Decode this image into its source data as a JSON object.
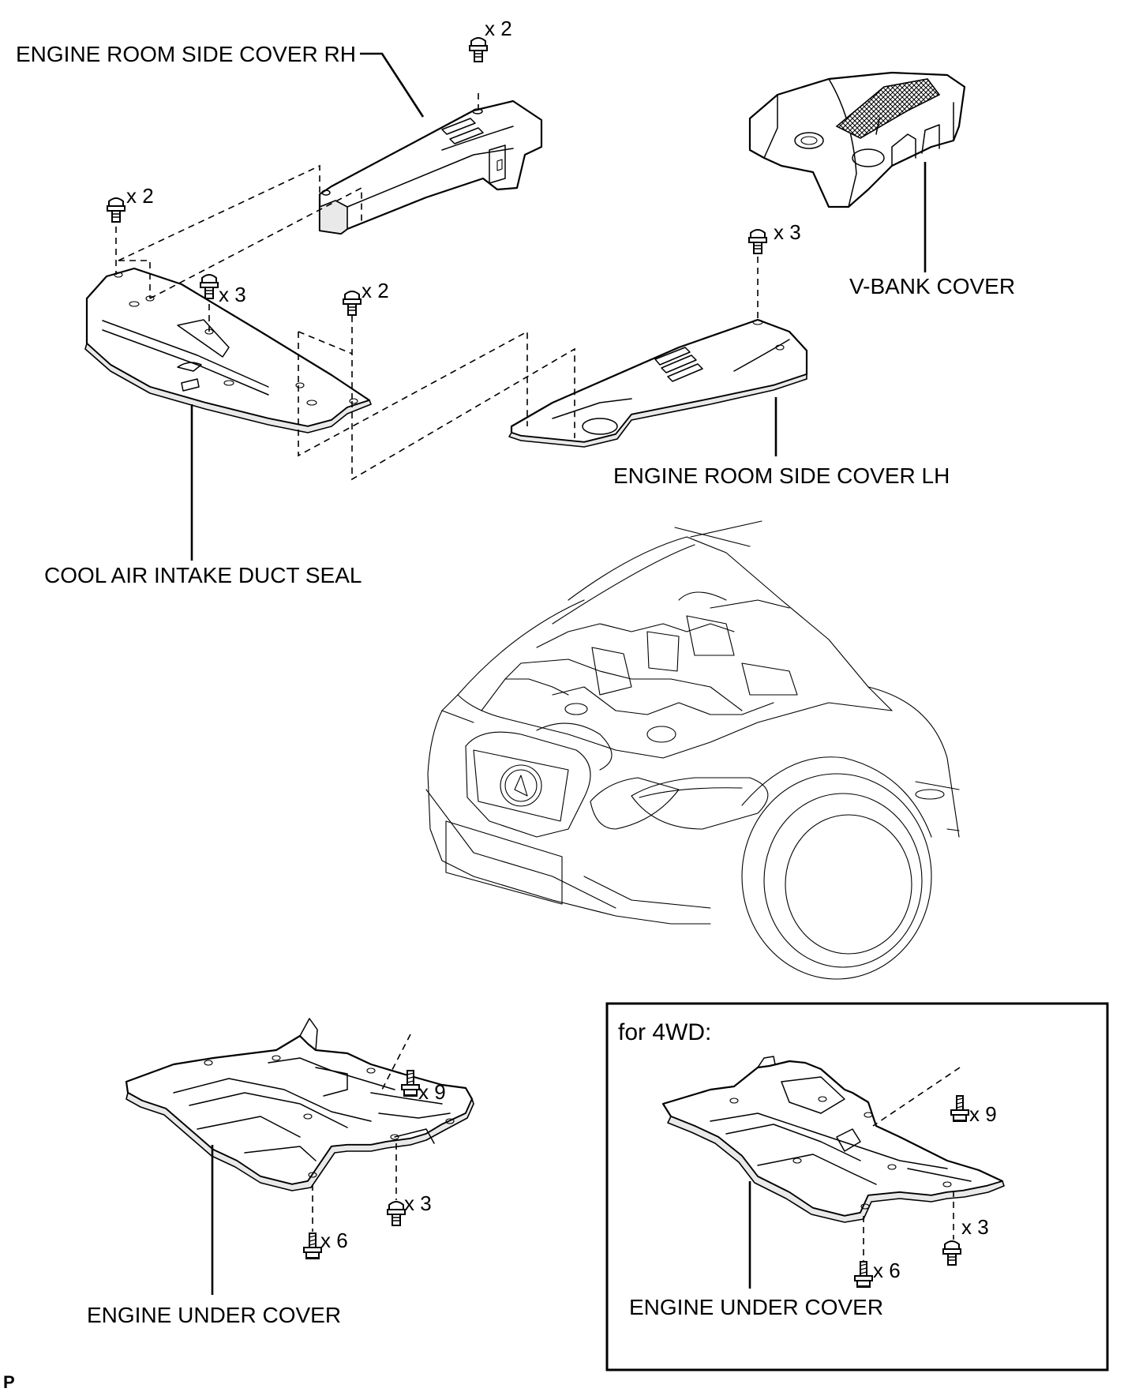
{
  "labels": {
    "side_cover_rh": "ENGINE ROOM SIDE COVER RH",
    "v_bank_cover": "V-BANK COVER",
    "side_cover_lh": "ENGINE ROOM SIDE COVER LH",
    "cool_air_seal": "COOL AIR INTAKE DUCT SEAL",
    "under_cover": "ENGINE UNDER COVER",
    "under_cover_4wd": "ENGINE UNDER COVER",
    "inset_title": "for 4WD:",
    "page_code": "P"
  },
  "fastener_counts": {
    "rh_cover_clips": "x 2",
    "seal_left_clips": "x 2",
    "seal_center_clips": "x 3",
    "seal_right_clips": "x 2",
    "lh_cover_clips": "x 3",
    "under_upper_bolts": "x 9",
    "under_lower_clips": "x 3",
    "under_lower_bolts": "x 6",
    "under4wd_upper_bolts": "x 9",
    "under4wd_lower_clips": "x 3",
    "under4wd_lower_bolts": "x 6"
  }
}
